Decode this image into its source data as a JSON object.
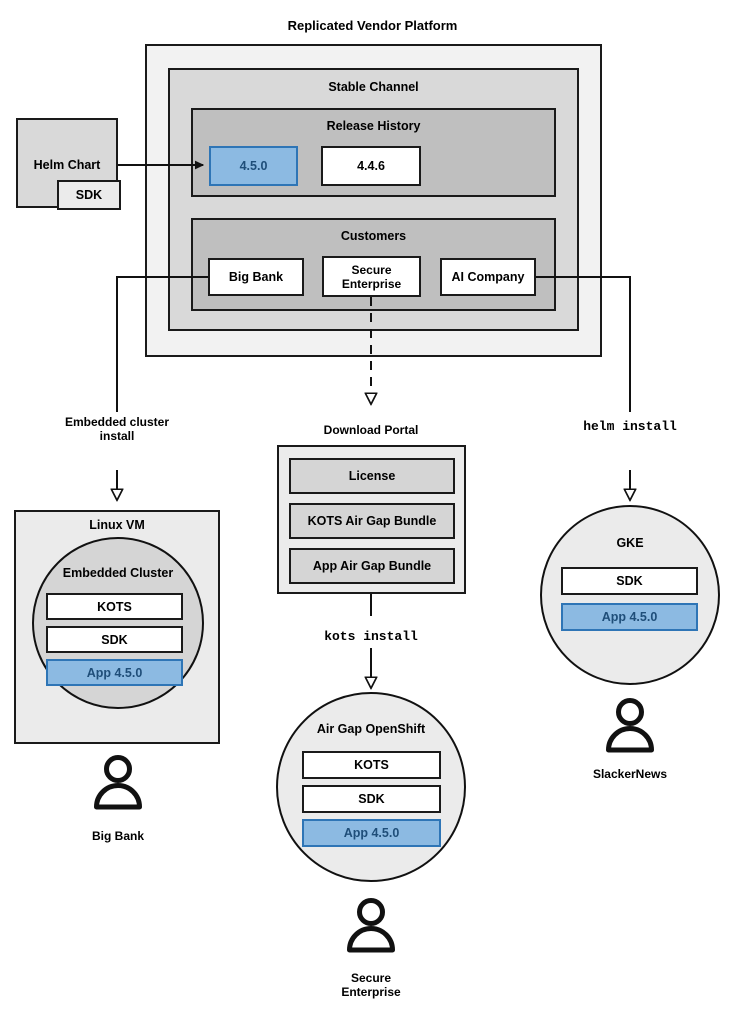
{
  "diagram": {
    "title": "Replicated Vendor Platform",
    "platform": {
      "channel_title": "Stable Channel",
      "release_history": {
        "title": "Release History",
        "releases": [
          {
            "label": "4.5.0",
            "highlighted": true
          },
          {
            "label": "4.4.6",
            "highlighted": false
          }
        ]
      },
      "customers": {
        "title": "Customers",
        "items": [
          "Big Bank",
          "Secure\nEnterprise",
          "AI Company"
        ]
      }
    },
    "source": {
      "title": "Helm Chart",
      "sub": "SDK"
    },
    "connectors": [
      {
        "name": "embedded-cluster-install",
        "label": "Embedded cluster\ninstall",
        "mono": false
      },
      {
        "name": "download-portal-link",
        "label": "Download Portal",
        "mono": false
      },
      {
        "name": "helm-install",
        "label": "helm install",
        "mono": true
      },
      {
        "name": "kots-install",
        "label": "kots install",
        "mono": true
      }
    ],
    "targets": {
      "linux_vm": {
        "title": "Linux VM",
        "cluster_title": "Embedded Cluster",
        "components": [
          {
            "label": "KOTS",
            "highlighted": false
          },
          {
            "label": "SDK",
            "highlighted": false
          },
          {
            "label": "App 4.5.0",
            "highlighted": true
          }
        ],
        "user": "Big Bank"
      },
      "download_portal": {
        "title": "Download Portal",
        "items": [
          "License",
          "KOTS Air Gap Bundle",
          "App Air Gap Bundle"
        ]
      },
      "air_gap_openshift": {
        "title": "Air Gap OpenShift",
        "components": [
          {
            "label": "KOTS",
            "highlighted": false
          },
          {
            "label": "SDK",
            "highlighted": false
          },
          {
            "label": "App 4.5.0",
            "highlighted": true
          }
        ],
        "user": "Secure\nEnterprise"
      },
      "gke": {
        "title": "GKE",
        "components": [
          {
            "label": "SDK",
            "highlighted": false
          },
          {
            "label": "App 4.5.0",
            "highlighted": true
          }
        ],
        "user": "SlackerNews"
      }
    },
    "colors": {
      "highlight_fill": "#8cbae2",
      "highlight_border": "#2e75b6",
      "highlight_text": "#1f4e79",
      "platform_fill": "#f2f2f2",
      "channel_fill": "#d9d9d9",
      "release_fill": "#bfbfbf",
      "stroke": "#1a1a1a"
    }
  }
}
